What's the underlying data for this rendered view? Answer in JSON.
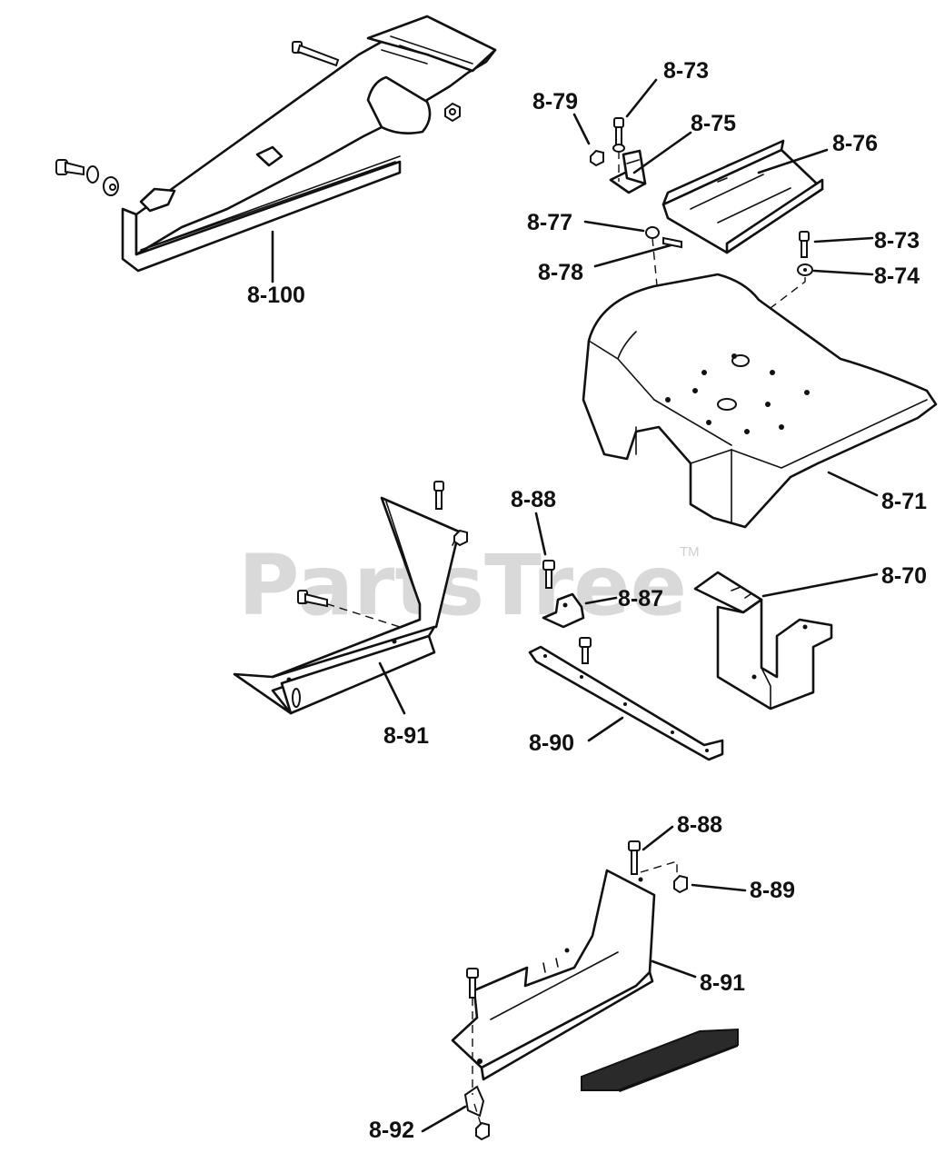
{
  "watermark": {
    "text": "PartsTree",
    "trademark": "TM"
  },
  "callouts": [
    {
      "id": "8-100",
      "text": "8-100"
    },
    {
      "id": "8-73a",
      "text": "8-73"
    },
    {
      "id": "8-79",
      "text": "8-79"
    },
    {
      "id": "8-75",
      "text": "8-75"
    },
    {
      "id": "8-76",
      "text": "8-76"
    },
    {
      "id": "8-77",
      "text": "8-77"
    },
    {
      "id": "8-73b",
      "text": "8-73"
    },
    {
      "id": "8-78",
      "text": "8-78"
    },
    {
      "id": "8-74",
      "text": "8-74"
    },
    {
      "id": "8-71",
      "text": "8-71"
    },
    {
      "id": "8-88a",
      "text": "8-88"
    },
    {
      "id": "8-87",
      "text": "8-87"
    },
    {
      "id": "8-70",
      "text": "8-70"
    },
    {
      "id": "8-91a",
      "text": "8-91"
    },
    {
      "id": "8-90",
      "text": "8-90"
    },
    {
      "id": "8-88b",
      "text": "8-88"
    },
    {
      "id": "8-89",
      "text": "8-89"
    },
    {
      "id": "8-91b",
      "text": "8-91"
    },
    {
      "id": "8-92",
      "text": "8-92"
    }
  ]
}
